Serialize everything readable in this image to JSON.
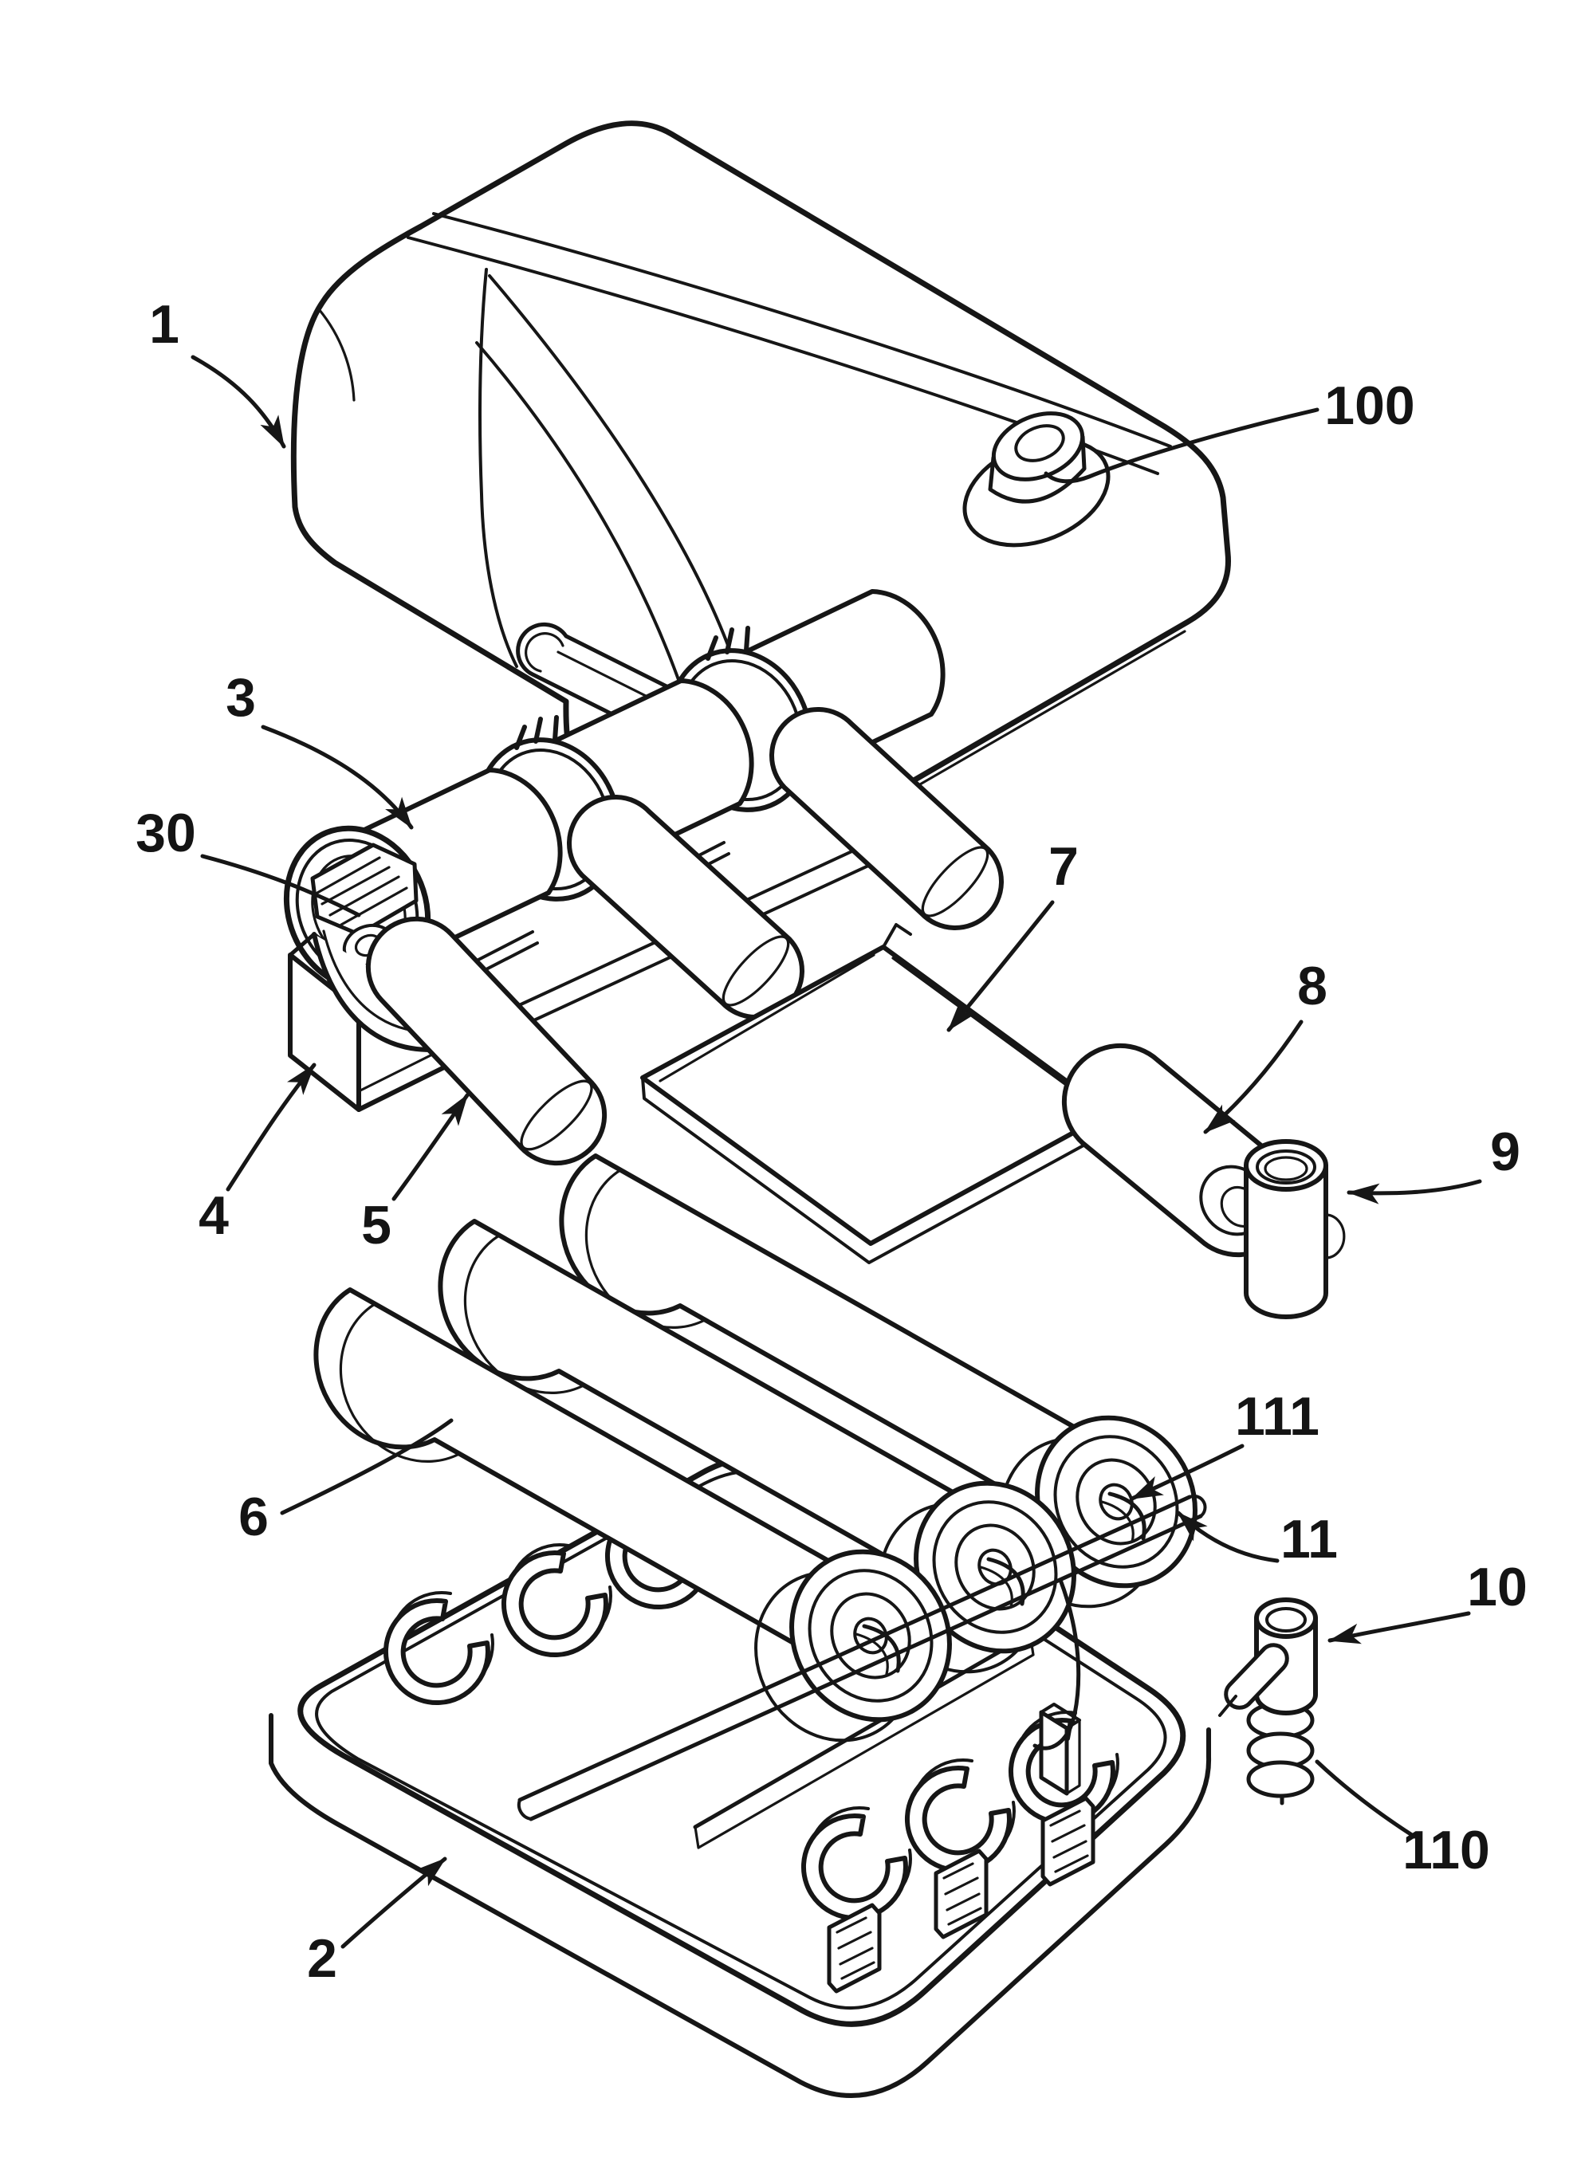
{
  "figure": {
    "kind": "patent-exploded-view-drawing",
    "background_color": "#ffffff",
    "line_color": "#161616"
  },
  "reference_labels": {
    "r1": {
      "text": "1"
    },
    "r100": {
      "text": "100"
    },
    "r3": {
      "text": "3"
    },
    "r30": {
      "text": "30"
    },
    "r4": {
      "text": "4"
    },
    "r5": {
      "text": "5"
    },
    "r7": {
      "text": "7"
    },
    "r8": {
      "text": "8"
    },
    "r9": {
      "text": "9"
    },
    "r6": {
      "text": "6"
    },
    "r111": {
      "text": "111"
    },
    "r11": {
      "text": "11"
    },
    "r10": {
      "text": "10"
    },
    "r110": {
      "text": "110"
    },
    "r2": {
      "text": "2"
    }
  }
}
